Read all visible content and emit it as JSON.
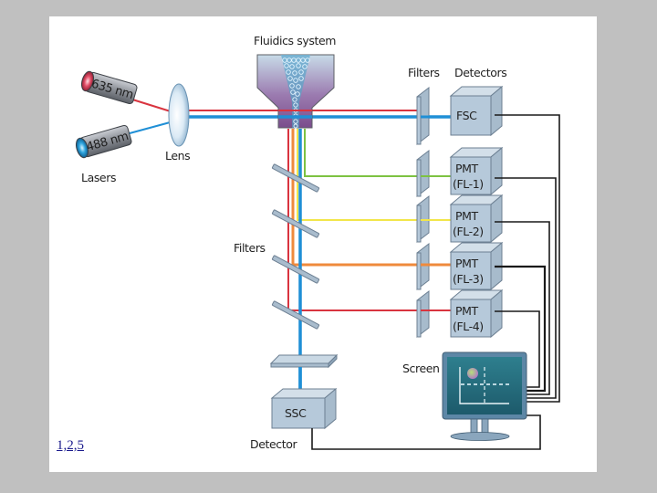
{
  "title": "Fluidics system",
  "labels": {
    "fluidics": "Fluidics system",
    "lens": "Lens",
    "lasers": "Lasers",
    "filters_top": "Filters",
    "detectors": "Detectors",
    "filters_side": "Filters",
    "screen": "Screen",
    "detector_bottom": "Detector"
  },
  "lasers": [
    {
      "label": "635 nm",
      "color": "#d9343f"
    },
    {
      "label": "488 nm",
      "color": "#1f8fd6"
    }
  ],
  "detectors": [
    {
      "line1": "FSC",
      "line2": ""
    },
    {
      "line1": "PMT",
      "line2": "(FL-1)"
    },
    {
      "line1": "PMT",
      "line2": "(FL-2)"
    },
    {
      "line1": "PMT",
      "line2": "(FL-3)"
    },
    {
      "line1": "PMT",
      "line2": "(FL-4)"
    }
  ],
  "ssc": {
    "label": "SSC"
  },
  "beam_colors": {
    "red": "#d9343f",
    "blue": "#1f8fd6",
    "green": "#7dc242",
    "yellow": "#f2e64a",
    "orange": "#ef8a3c"
  },
  "reference_link": "1,2,5"
}
